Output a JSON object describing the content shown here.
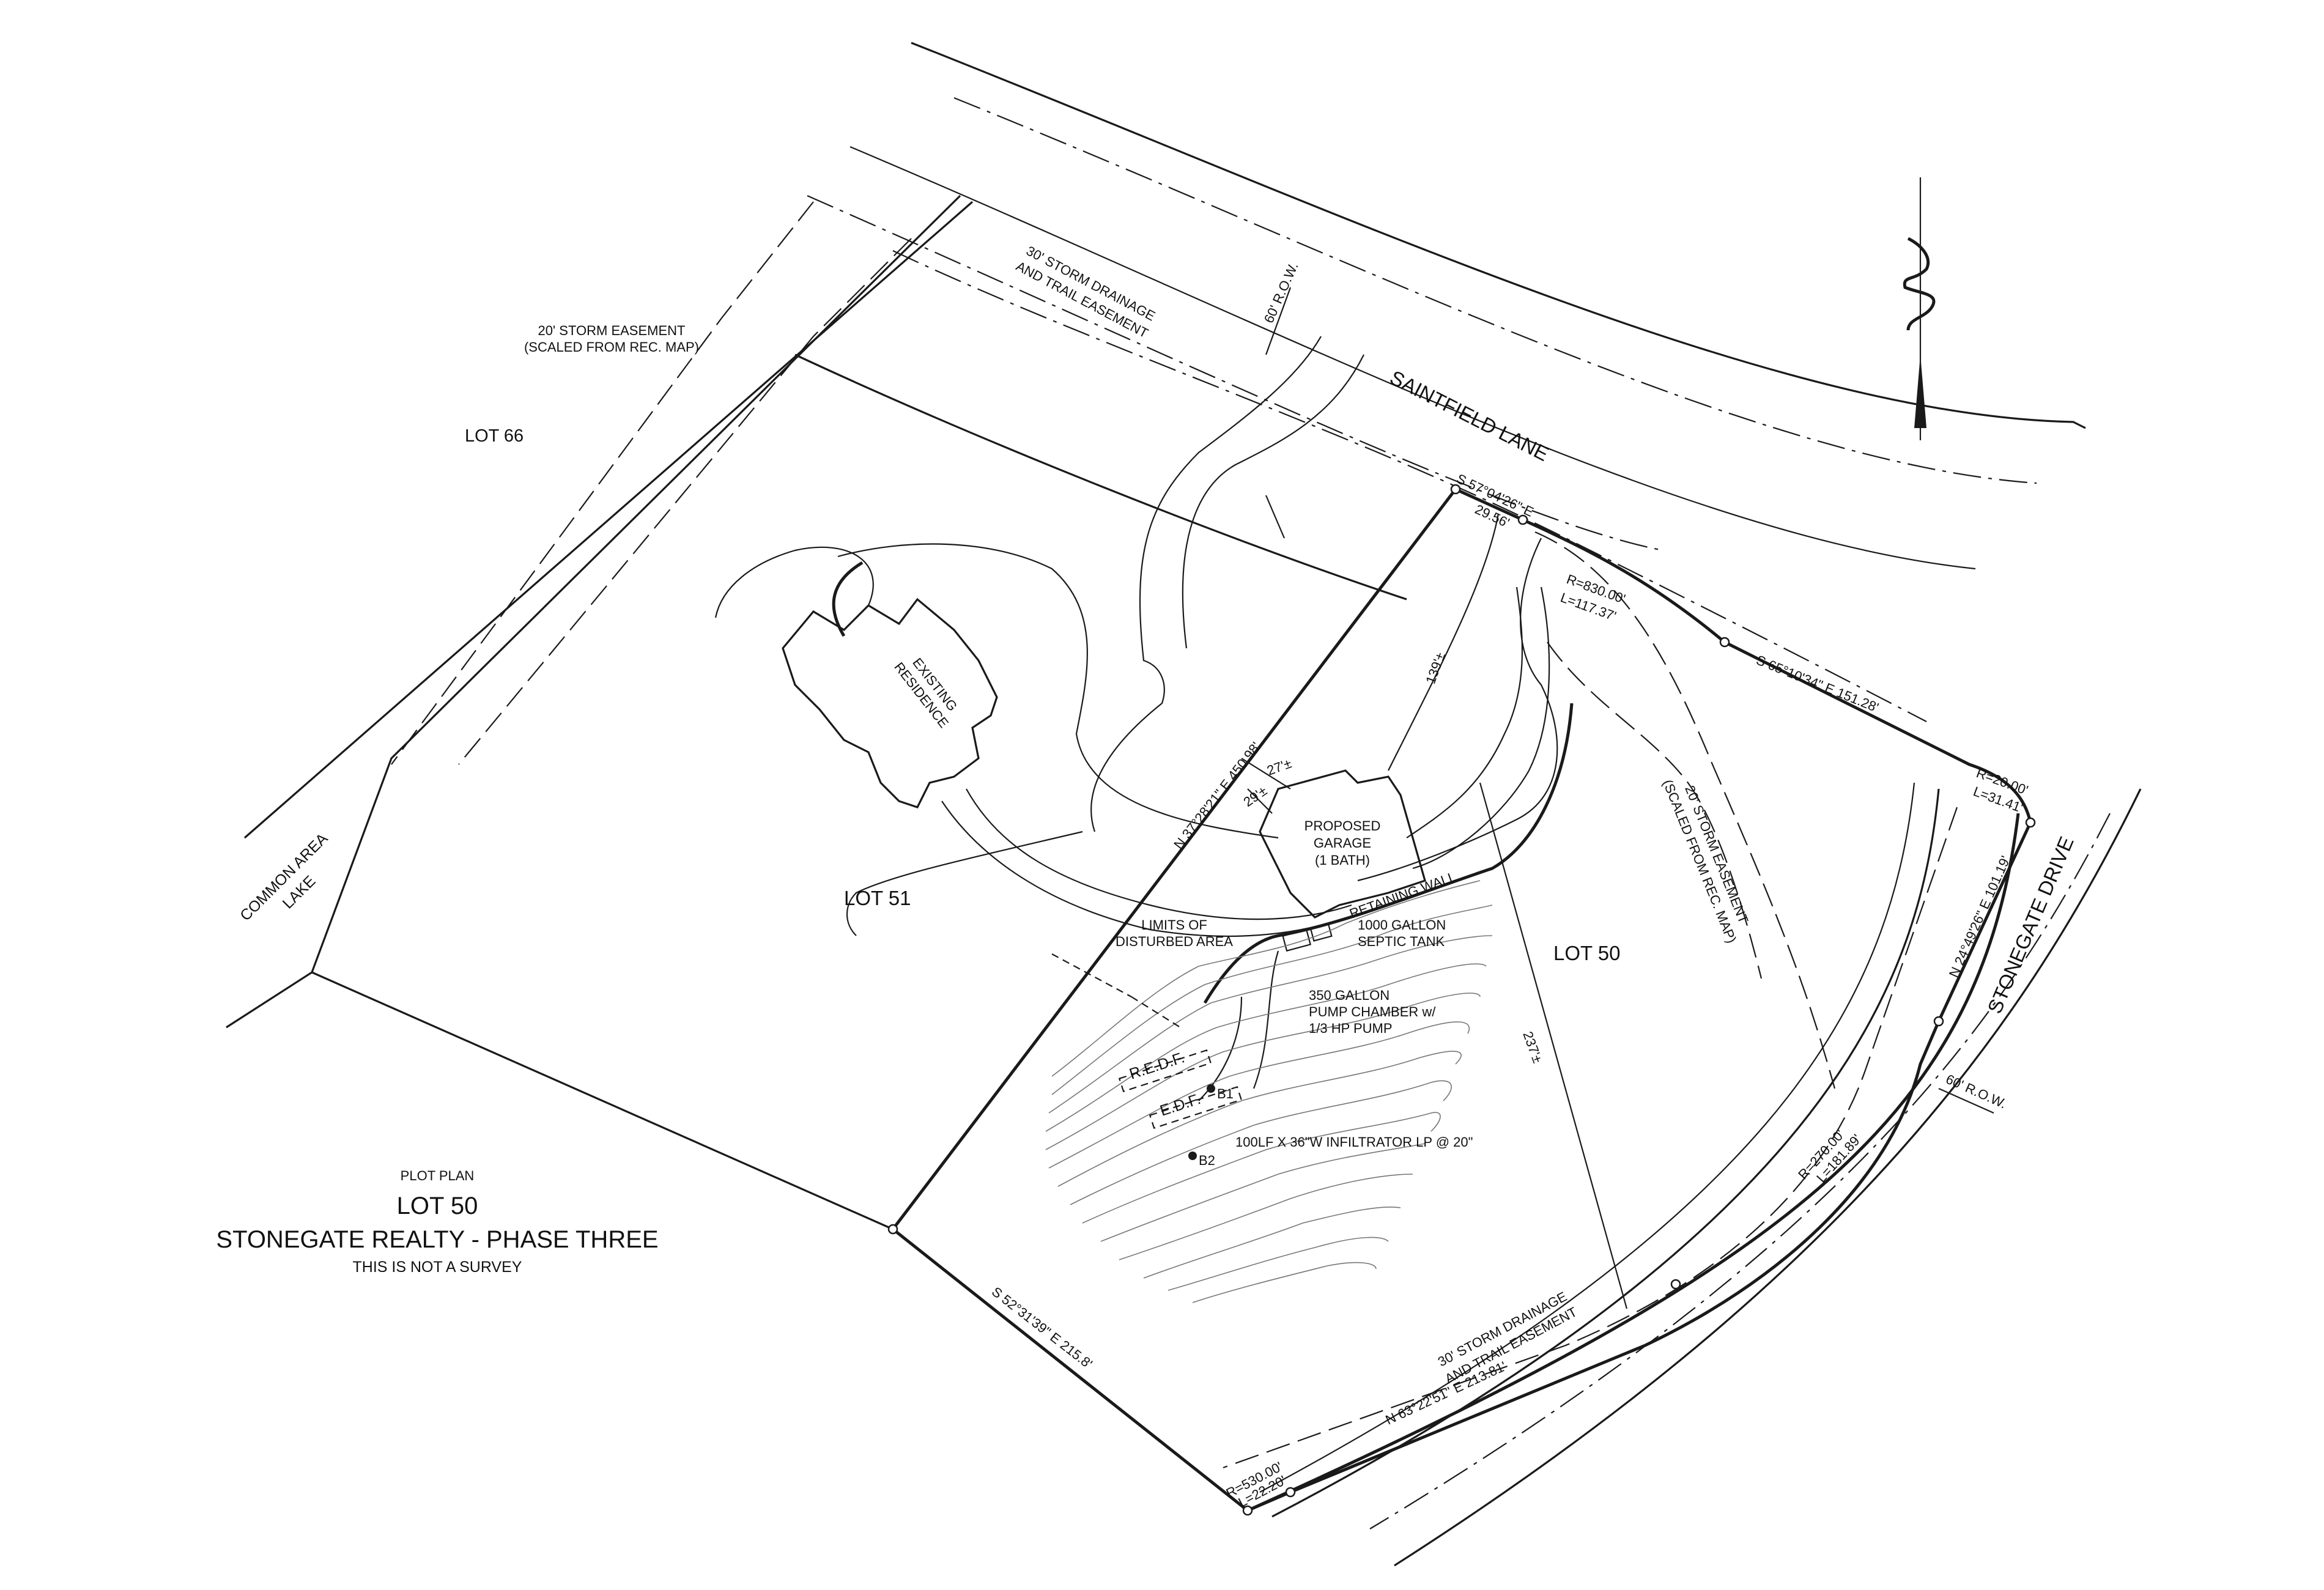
{
  "title": {
    "caption": "PLOT PLAN",
    "lot": "LOT 50",
    "project": "STONEGATE REALTY - PHASE THREE",
    "disclaimer": "THIS IS NOT A SURVEY"
  },
  "lots": {
    "lot66": "LOT 66",
    "lot51": "LOT 51",
    "lot50": "LOT 50"
  },
  "common_area": {
    "line1": "COMMON AREA",
    "line2": "LAKE"
  },
  "roads": {
    "saintfield": "SAINTFIELD LANE",
    "stonegate": "STONEGATE DRIVE",
    "row_top": "60' R.O.W.",
    "row_right": "60' R.O.W."
  },
  "easements": {
    "storm20_line1": "20' STORM EASEMENT",
    "storm20_line2": "(SCALED FROM REC. MAP)",
    "storm30_top_line1": "30' STORM DRAINAGE",
    "storm30_top_line2": "AND TRAIL EASEMENT",
    "storm20_right_line1": "20' STORM EASEMENT",
    "storm20_right_line2": "(SCALED FROM REC. MAP)",
    "storm30_bottom_line1": "30' STORM DRAINAGE",
    "storm30_bottom_line2": "AND TRAIL EASEMENT"
  },
  "bearings": {
    "north_line": "S 57°04'26\" E",
    "north_line_dist": "29.56'",
    "west_line": "N 37°28'21\" E  450.98'",
    "curve1_r": "R=830.00'",
    "curve1_l": "L=117.37'",
    "ne_line": "S 65°10'34\" E  151.28'",
    "curve2_r": "R=20.00'",
    "curve2_l": "L=31.41'",
    "east_line": "N 24°49'26\" E  101.19'",
    "curve3_r": "R=270.00'",
    "curve3_l": "L=181.89'",
    "south_line": "N 63°22'51\" E  213.81'",
    "curve4_r": "R=530.00'",
    "curve4_l": "L=22.20'",
    "sw_line": "S 52°31'39\" E  215.8'"
  },
  "dimensions": {
    "d27": "27'±",
    "d29": "29'±",
    "d139": "139'±",
    "d237": "237'±"
  },
  "structures": {
    "existing_line1": "EXISTING",
    "existing_line2": "RESIDENCE",
    "garage_line1": "PROPOSED",
    "garage_line2": "GARAGE",
    "garage_line3": "(1 BATH)",
    "retaining_wall": "RETAINING WALL",
    "limits_line1": "LIMITS OF",
    "limits_line2": "DISTURBED AREA",
    "septic_line1": "1000 GALLON",
    "septic_line2": "SEPTIC TANK",
    "pump_line1": "350 GALLON",
    "pump_line2": "PUMP CHAMBER w/",
    "pump_line3": "1/3 HP PUMP",
    "redf": "R.E.D.F.",
    "edf": "E.D.F.",
    "infiltrator": "100LF X 36\"W INFILTRATOR LP @ 20\"",
    "boring1": "B1",
    "boring2": "B2"
  }
}
